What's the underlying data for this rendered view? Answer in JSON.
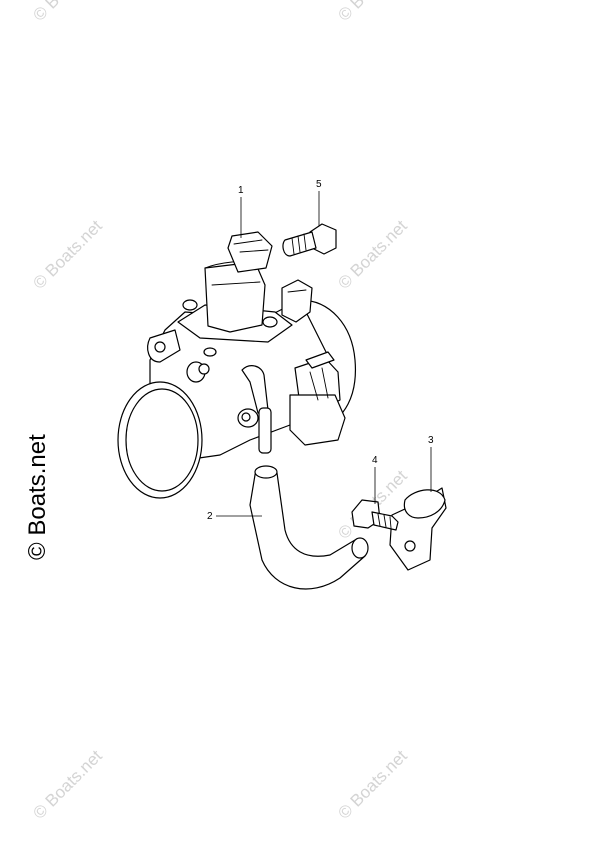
{
  "diagram": {
    "callouts": [
      {
        "id": "1",
        "label": "1"
      },
      {
        "id": "2",
        "label": "2"
      },
      {
        "id": "3",
        "label": "3"
      },
      {
        "id": "4",
        "label": "4"
      },
      {
        "id": "5",
        "label": "5"
      }
    ],
    "watermark": {
      "small": "© Boats.net",
      "large": "© Boats.net"
    }
  }
}
